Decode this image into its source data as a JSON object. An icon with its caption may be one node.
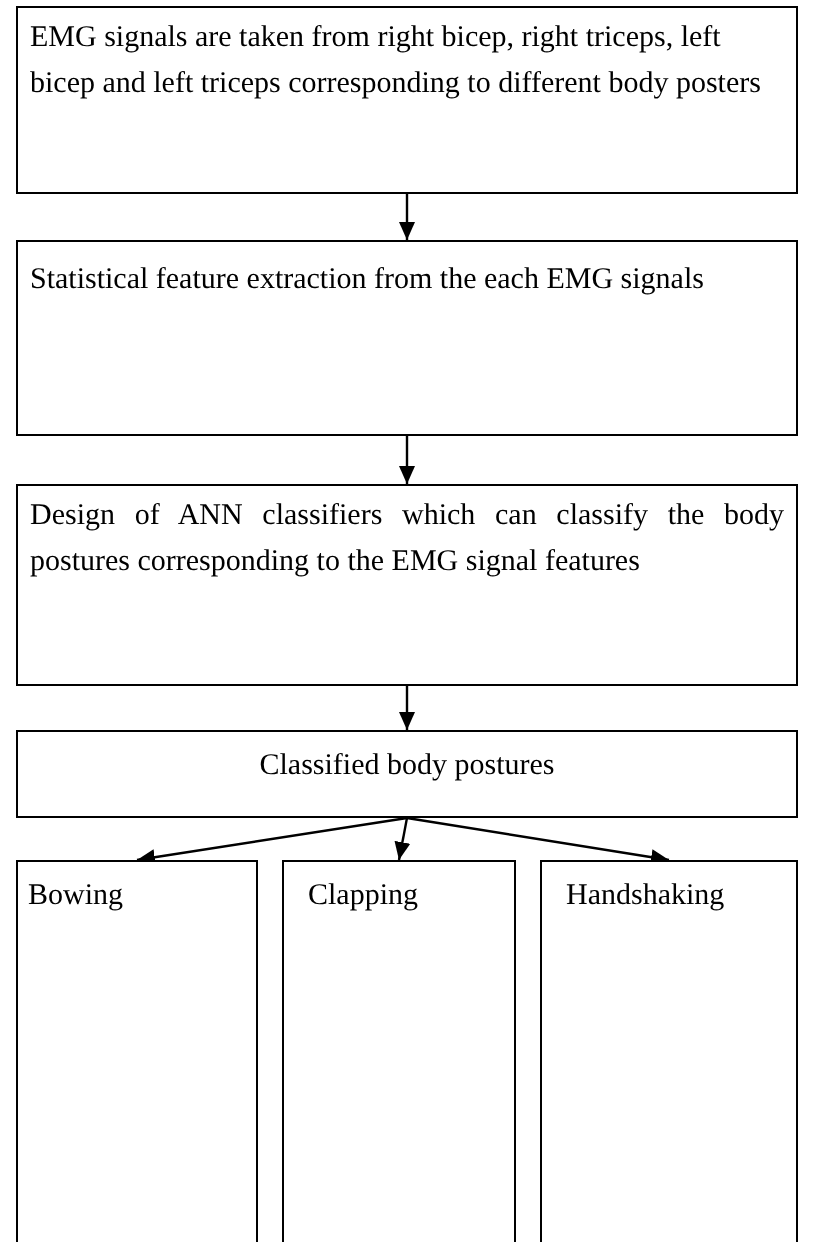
{
  "diagram": {
    "nodes": [
      {
        "text": [
          "EMG signals are taken from right bicep, right triceps, left bicep and left triceps corresponding to different body posters"
        ]
      },
      {
        "text": [
          "Statistical feature extraction from the each EMG signals"
        ]
      },
      {
        "text": [
          "Design of ANN classifiers which can classify the body postures corresponding to the EMG signal features"
        ]
      },
      {
        "text": [
          "Classified body postures"
        ]
      },
      {
        "text": [
          "Bowing"
        ]
      },
      {
        "text": [
          "Clapping"
        ]
      },
      {
        "text": [
          "Handshaking"
        ]
      }
    ],
    "edges": [
      {
        "from": 0,
        "to": 1,
        "arrow": "to"
      },
      {
        "from": 1,
        "to": 2,
        "arrow": "to"
      },
      {
        "from": 2,
        "to": 3,
        "arrow": "to"
      },
      {
        "from": 3,
        "to": 4,
        "arrow": "to"
      },
      {
        "from": 3,
        "to": 5,
        "arrow": "to"
      },
      {
        "from": 3,
        "to": 6,
        "arrow": "to"
      }
    ]
  }
}
